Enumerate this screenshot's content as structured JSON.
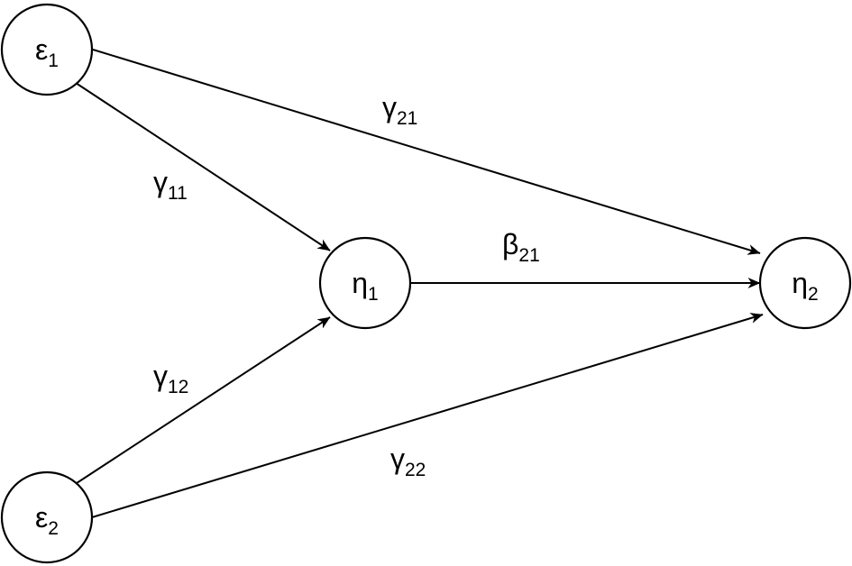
{
  "nodes": {
    "eps1": {
      "symbol": "ε",
      "sub": "1"
    },
    "eps2": {
      "symbol": "ε",
      "sub": "2"
    },
    "eta1": {
      "symbol": "η",
      "sub": "1"
    },
    "eta2": {
      "symbol": "η",
      "sub": "2"
    }
  },
  "edges": {
    "g21": {
      "from": "ε1",
      "to": "η2",
      "symbol": "γ",
      "sub": "21"
    },
    "g11": {
      "from": "ε1",
      "to": "η1",
      "symbol": "γ",
      "sub": "11"
    },
    "b21": {
      "from": "η1",
      "to": "η2",
      "symbol": "β",
      "sub": "21"
    },
    "g12": {
      "from": "ε2",
      "to": "η1",
      "symbol": "γ",
      "sub": "12"
    },
    "g22": {
      "from": "ε2",
      "to": "η2",
      "symbol": "γ",
      "sub": "22"
    }
  }
}
